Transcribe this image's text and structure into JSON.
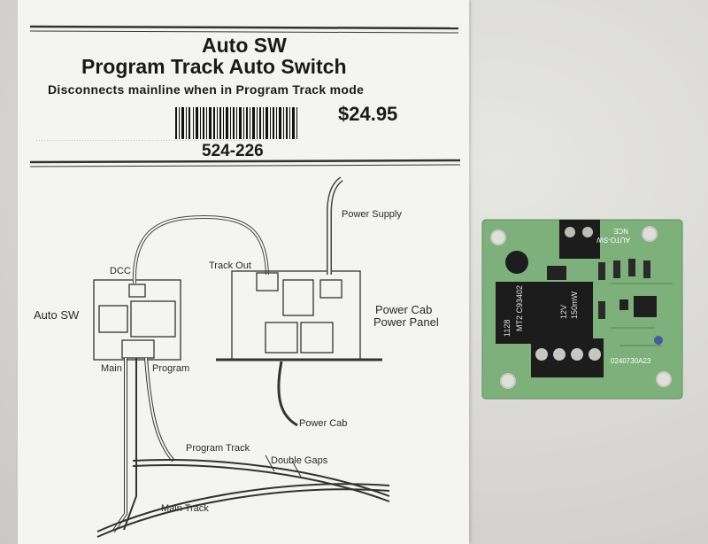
{
  "product": {
    "title_line1": "Auto SW",
    "title_line2": "Program Track Auto Switch",
    "subtitle": "Disconnects mainline when in Program Track mode",
    "price": "$24.95",
    "part_number": "524-226"
  },
  "diagram_labels": {
    "power_supply": "Power Supply",
    "dcc": "DCC",
    "track_out": "Track Out",
    "auto_sw": "Auto SW",
    "power_cab_panel_line1": "Power Cab",
    "power_cab_panel_line2": "Power Panel",
    "main": "Main",
    "program": "Program",
    "power_cab": "Power Cab",
    "program_track": "Program Track",
    "double_gaps": "Double Gaps",
    "main_track": "Main Track"
  },
  "board": {
    "pcb_color": "#7db07a",
    "terminal_color": "#1c1c1c",
    "relay_label_1": "1128",
    "relay_label_2": "MT2 C93402",
    "relay_label_3": "12V",
    "relay_label_4": "150mW",
    "silk_1": "0240730A23",
    "silk_2": "AUTO-SW",
    "silk_3": "NCE"
  }
}
